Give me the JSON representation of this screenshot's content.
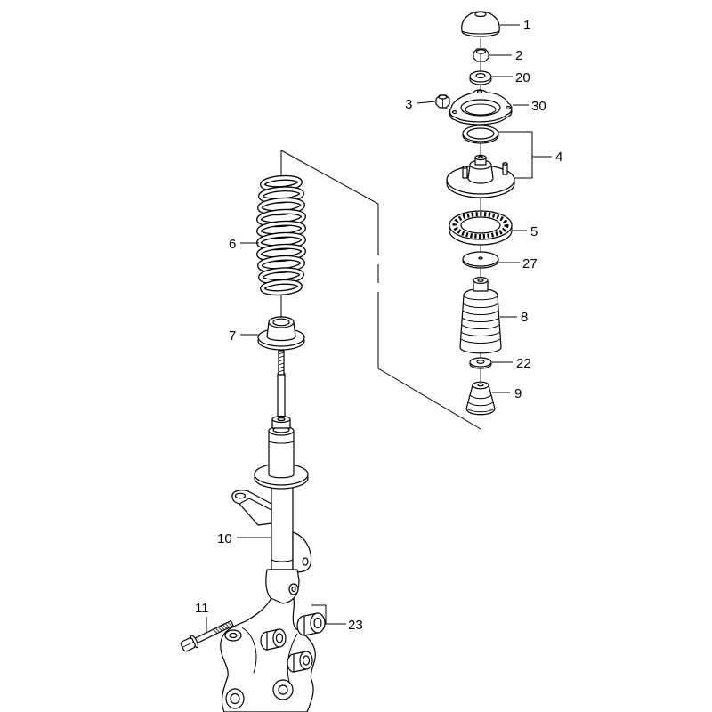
{
  "callouts": [
    "1",
    "2",
    "20",
    "3",
    "30",
    "4",
    "5",
    "27",
    "8",
    "22",
    "9",
    "6",
    "7",
    "10",
    "11",
    "23"
  ],
  "colors": {
    "line": "#000000",
    "background": "#ffffff"
  }
}
